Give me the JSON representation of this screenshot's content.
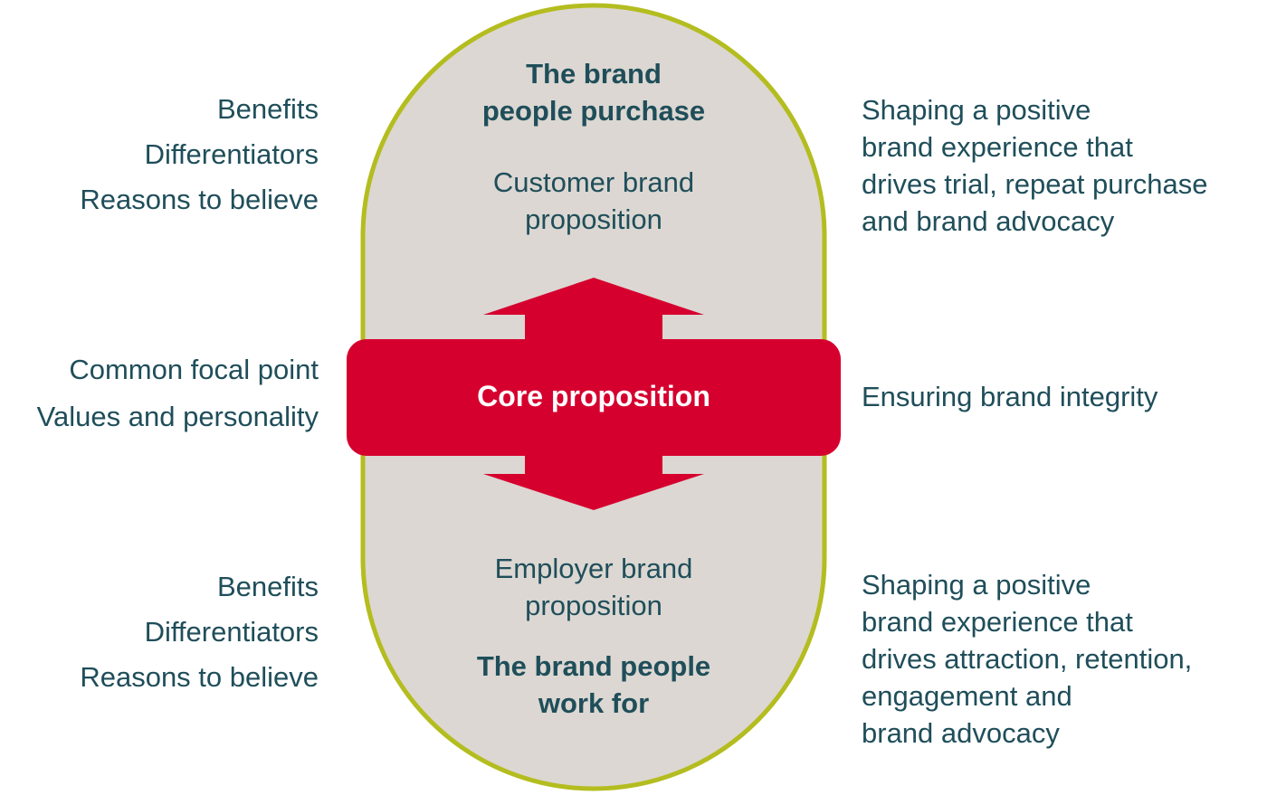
{
  "colors": {
    "capsule_fill": "#dcd7d2",
    "capsule_stroke": "#b4bd1f",
    "arrow_fill": "#d6002f",
    "text": "#1f4e5a",
    "core_text": "#ffffff"
  },
  "left": {
    "top": [
      "Benefits",
      "Differentiators",
      "Reasons to believe"
    ],
    "middle": [
      "Common focal point",
      "Values and personality"
    ],
    "bottom": [
      "Benefits",
      "Differentiators",
      "Reasons to believe"
    ]
  },
  "center": {
    "top_title": [
      "The brand",
      "people purchase"
    ],
    "top_subtitle": [
      "Customer brand",
      "proposition"
    ],
    "core": "Core proposition",
    "bottom_subtitle": [
      "Employer brand",
      "proposition"
    ],
    "bottom_title": [
      "The brand people",
      "work for"
    ]
  },
  "right": {
    "top": [
      "Shaping a positive",
      "brand experience that",
      "drives trial, repeat purchase",
      "and brand advocacy"
    ],
    "middle": "Ensuring brand integrity",
    "bottom": [
      "Shaping a positive",
      "brand experience that",
      "drives attraction, retention,",
      "engagement and",
      "brand advocacy"
    ]
  }
}
